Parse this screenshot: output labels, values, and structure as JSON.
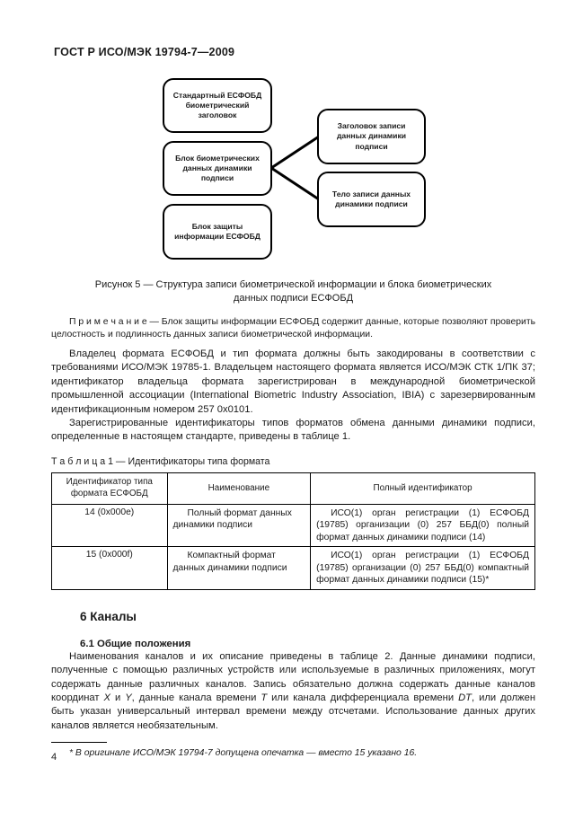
{
  "page": {
    "header": "ГОСТ Р ИСО/МЭК 19794-7—2009",
    "page_number": "4"
  },
  "colors": {
    "ink": "#1a1a1a",
    "background": "#ffffff",
    "line": "#000000"
  },
  "figure": {
    "boxes": {
      "std_header": "Стандартный ЕСФОБД биометрический заголовок",
      "bio_block": "Блок биометрических данных динамики подписи",
      "security_block": "Блок защиты информации ЕСФОБД",
      "record_header": "Заголовок записи данных динамики подписи",
      "record_body": "Тело записи данных динамики подписи"
    },
    "caption": "Рисунок 5 — Структура записи биометрической информации и блока биометрических данных подписи ЕСФОБД"
  },
  "note": "П р и м е ч а н и е — Блок защиты информации ЕСФОБД содержит данные, которые позволяют проверить целостность и подлинность данных записи биометрической информации.",
  "paragraphs": {
    "p1": "Владелец формата ЕСФОБД и тип формата должны быть закодированы в соответствии с требованиями ИСО/МЭК 19785-1. Владельцем настоящего формата является ИСО/МЭК СТК 1/ПК 37; идентификатор владельца формата зарегистрирован в международной биометрической промышленной ассоциации (International Biometric Industry Association, IBIA) с зарезервированным идентификационным номером 257 0x0101.",
    "p2": "Зарегистрированные идентификаторы типов форматов обмена данными динамики подписи, определенные в настоящем стандарте, приведены в таблице 1."
  },
  "table": {
    "label": "Т а б л и ц а  1 — Идентификаторы типа формата",
    "headers": [
      "Идентификатор типа формата ЕСФОБД",
      "Наименование",
      "Полный идентификатор"
    ],
    "rows": [
      [
        "14 (0x000e)",
        "Полный формат данных динамики подписи",
        "ИСО(1) орган регистрации (1) ЕСФОБД (19785) организации (0) 257 ББД(0) полный формат данных динамики подписи (14)"
      ],
      [
        "15 (0x000f)",
        "Компактный формат данных динамики подписи",
        "ИСО(1) орган регистрации (1) ЕСФОБД (19785) организации (0) 257 ББД(0) компактный формат данных динамики подписи (15)*"
      ]
    ]
  },
  "section": {
    "heading": "6 Каналы",
    "subheading": "6.1 Общие положения",
    "paragraph_segments": [
      {
        "t": "Наименования каналов и их описание приведены в таблице 2. Данные динамики подписи, полученные с помощью различных устройств или используемые в различных приложениях, могут содержать данные различных каналов. Запись обязательно должна содержать данные каналов координат ",
        "i": false
      },
      {
        "t": "X",
        "i": true
      },
      {
        "t": " и ",
        "i": false
      },
      {
        "t": "Y",
        "i": true
      },
      {
        "t": ", данные канала времени ",
        "i": false
      },
      {
        "t": "T",
        "i": true
      },
      {
        "t": " или канала дифференциала времени ",
        "i": false
      },
      {
        "t": "DT",
        "i": true
      },
      {
        "t": ", или должен быть указан универсальный интервал времени между отсчетами. Использование данных других каналов является необязательным.",
        "i": false
      }
    ]
  },
  "footnote": "* В оригинале ИСО/МЭК 19794-7 допущена опечатка — вместо 15 указано 16."
}
